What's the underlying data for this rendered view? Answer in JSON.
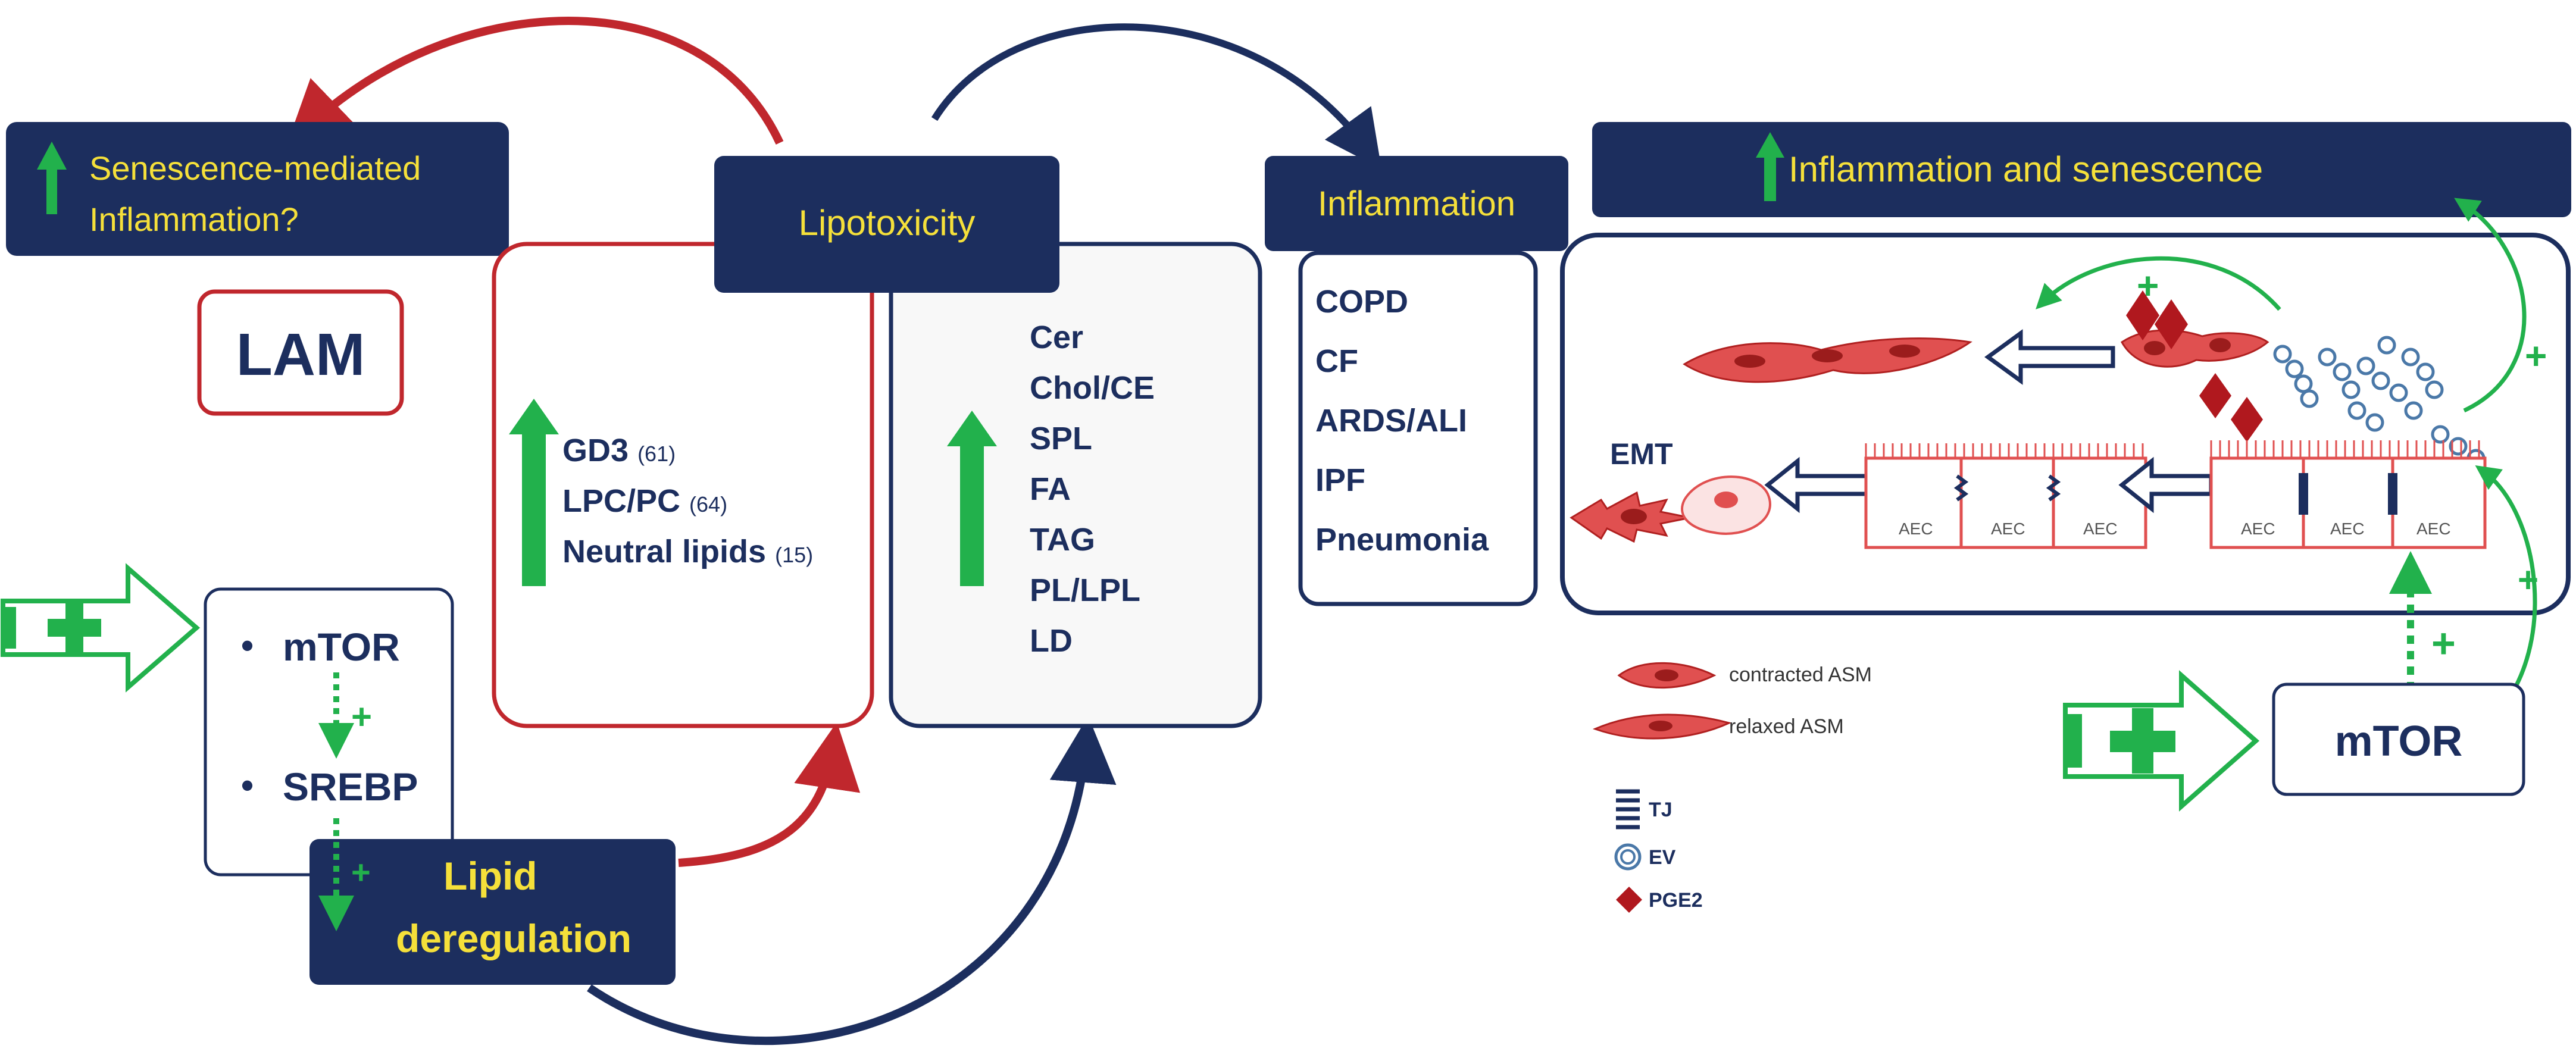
{
  "lam_panel": {
    "header_line1": "Senescence-mediated",
    "header_line2": "Inflammation?",
    "lam_label": "LAM"
  },
  "lipotoxicity": {
    "title": "Lipotoxicity",
    "lam_lipids": [
      {
        "name": "GD3",
        "ref": "(61)"
      },
      {
        "name": "LPC/PC",
        "ref": "(64)"
      },
      {
        "name": "Neutral lipids",
        "ref": "(15)"
      }
    ],
    "lipids": [
      "Cer",
      "Chol/CE",
      "SPL",
      "FA",
      "TAG",
      "PL/LPL",
      "LD"
    ]
  },
  "inflammation": {
    "title": "Inflammation",
    "diseases": [
      "COPD",
      "CF",
      "ARDS/ALI",
      "IPF",
      "Pneumonia"
    ]
  },
  "pathway": {
    "mtor": "mTOR",
    "srebp": "SREBP",
    "bullet": "•",
    "lipid_dereg_line1": "Lipid",
    "lipid_dereg_line2": "deregulation",
    "plus": "+"
  },
  "senescence": {
    "header": "Inflammation and senescence",
    "emt": "EMT",
    "aec": "AEC",
    "mtor": "mTOR",
    "legend": {
      "contracted": "contracted ASM",
      "relaxed": "relaxed ASM",
      "tj": "TJ",
      "ev": "EV",
      "pge2": "PGE2"
    }
  },
  "colors": {
    "navy": "#1c2e5e",
    "red": "#c0272d",
    "green": "#22b14c",
    "yellow": "#f5e03a",
    "cell_red": "#e05050"
  }
}
